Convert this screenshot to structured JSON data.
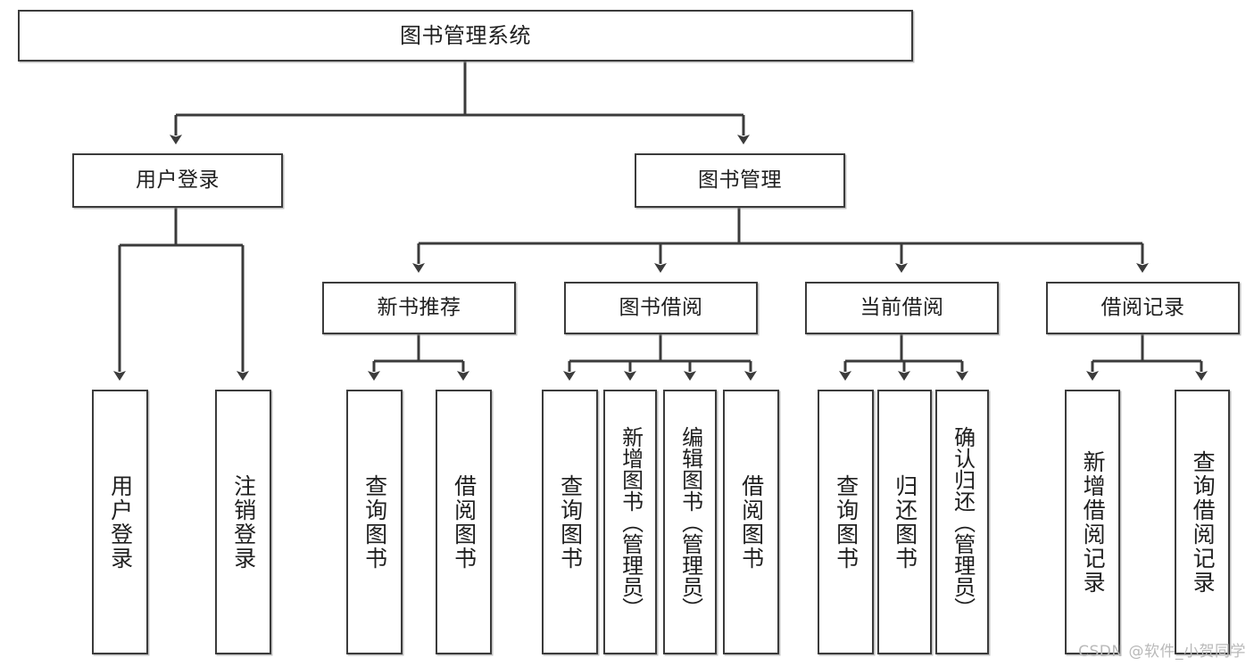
{
  "diagram": {
    "title": "图书管理系统",
    "type": "tree",
    "watermark": "CSDN @软件_小贺同学",
    "colors": {
      "node_border": "#3b3b3b",
      "node_fill": "#ffffff",
      "edge": "#3b3b3b",
      "text": "#1f1f1f",
      "watermark": "#b9b9b9"
    },
    "nodes": {
      "root": {
        "label": "图书管理系统"
      },
      "level2": [
        {
          "id": "user-login",
          "label": "用户登录"
        },
        {
          "id": "book-management",
          "label": "图书管理"
        }
      ],
      "level3": [
        {
          "id": "new-book-recommend",
          "label": "新书推荐"
        },
        {
          "id": "book-borrow",
          "label": "图书借阅"
        },
        {
          "id": "current-borrow",
          "label": "当前借阅"
        },
        {
          "id": "borrow-record",
          "label": "借阅记录"
        }
      ],
      "leaves": {
        "user_login": [
          {
            "id": "leaf-user-login",
            "label": "用户登录"
          },
          {
            "id": "leaf-logout-login",
            "label": "注销登录"
          }
        ],
        "new_book_recommend": [
          {
            "id": "leaf-query-book-1",
            "label": "查询图书"
          },
          {
            "id": "leaf-borrow-book-1",
            "label": "借阅图书"
          }
        ],
        "book_borrow": [
          {
            "id": "leaf-query-book-2",
            "label": "查询图书"
          },
          {
            "id": "leaf-add-book",
            "label": "新增图书（管理员）"
          },
          {
            "id": "leaf-edit-book",
            "label": "编辑图书（管理员）"
          },
          {
            "id": "leaf-borrow-book-2",
            "label": "借阅图书"
          }
        ],
        "current_borrow": [
          {
            "id": "leaf-query-book-3",
            "label": "查询图书"
          },
          {
            "id": "leaf-return-book",
            "label": "归还图书"
          },
          {
            "id": "leaf-confirm-return",
            "label": "确认归还（管理员）"
          }
        ],
        "borrow_record": [
          {
            "id": "leaf-add-borrow-record",
            "label": "新增借阅记录"
          },
          {
            "id": "leaf-query-borrow-record",
            "label": "查询借阅记录"
          }
        ]
      }
    }
  }
}
